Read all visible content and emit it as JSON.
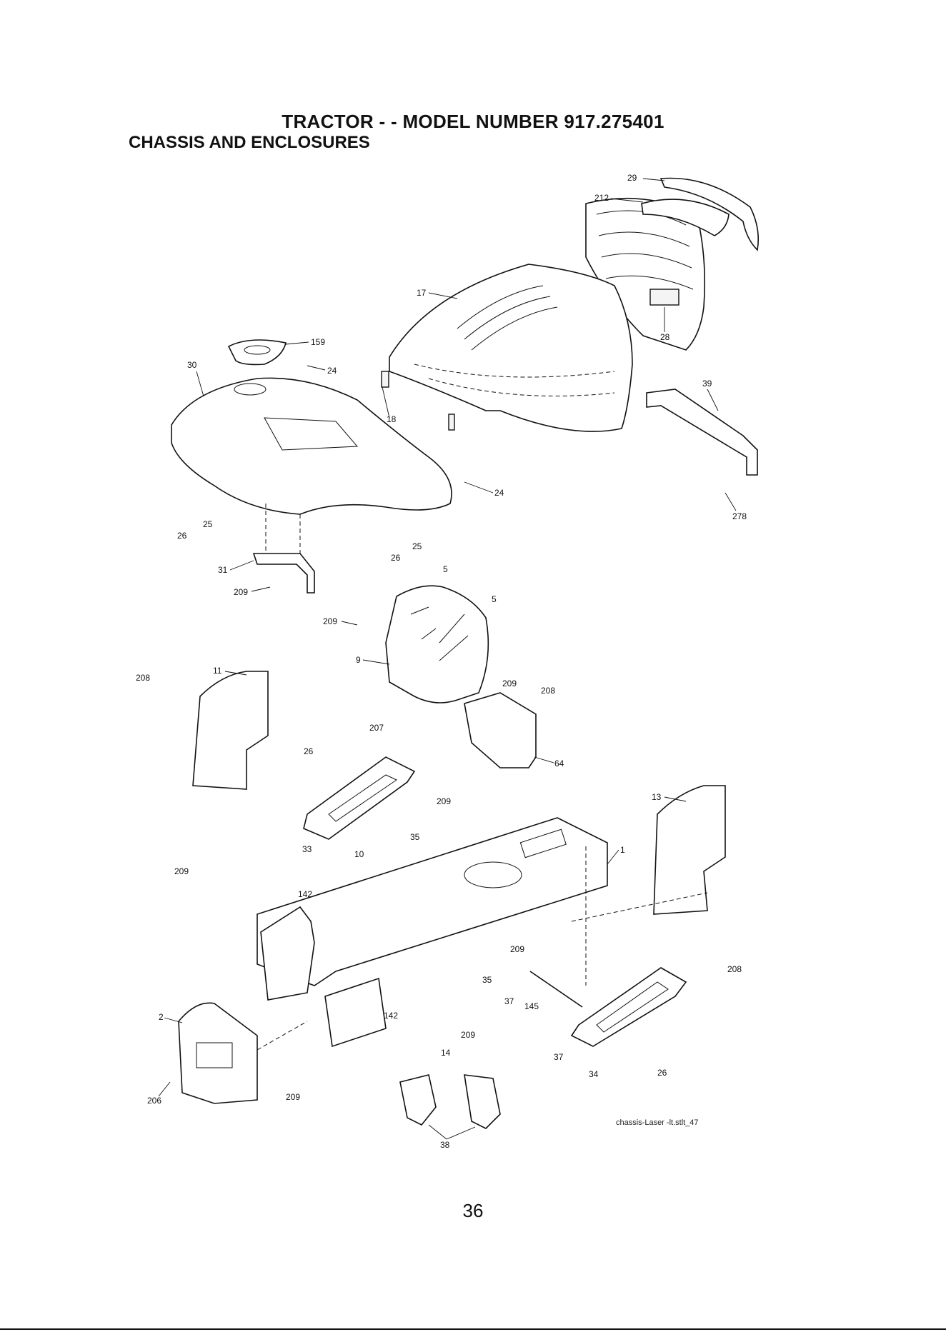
{
  "header": {
    "title": "TRACTOR - - MODEL NUMBER 917.275401",
    "subtitle": "CHASSIS AND ENCLOSURES"
  },
  "diagram": {
    "callouts": [
      {
        "id": "c29",
        "label": "29"
      },
      {
        "id": "c212",
        "label": "212"
      },
      {
        "id": "c17",
        "label": "17"
      },
      {
        "id": "c28",
        "label": "28"
      },
      {
        "id": "c159",
        "label": "159"
      },
      {
        "id": "c30",
        "label": "30"
      },
      {
        "id": "c24a",
        "label": "24"
      },
      {
        "id": "c18",
        "label": "18"
      },
      {
        "id": "c39",
        "label": "39"
      },
      {
        "id": "c24b",
        "label": "24"
      },
      {
        "id": "c278",
        "label": "278"
      },
      {
        "id": "c26a",
        "label": "26"
      },
      {
        "id": "c25a",
        "label": "25"
      },
      {
        "id": "c26b",
        "label": "26"
      },
      {
        "id": "c25b",
        "label": "25"
      },
      {
        "id": "c31",
        "label": "31"
      },
      {
        "id": "c209a",
        "label": "209"
      },
      {
        "id": "c5a",
        "label": "5"
      },
      {
        "id": "c5b",
        "label": "5"
      },
      {
        "id": "c209b",
        "label": "209"
      },
      {
        "id": "c9",
        "label": "9"
      },
      {
        "id": "c208a",
        "label": "208"
      },
      {
        "id": "c11",
        "label": "11"
      },
      {
        "id": "c209c",
        "label": "209"
      },
      {
        "id": "c208b",
        "label": "208"
      },
      {
        "id": "c207",
        "label": "207"
      },
      {
        "id": "c64",
        "label": "64"
      },
      {
        "id": "c26c",
        "label": "26"
      },
      {
        "id": "c209d",
        "label": "209"
      },
      {
        "id": "c35a",
        "label": "35"
      },
      {
        "id": "c33",
        "label": "33"
      },
      {
        "id": "c10",
        "label": "10"
      },
      {
        "id": "c13",
        "label": "13"
      },
      {
        "id": "c1",
        "label": "1"
      },
      {
        "id": "c209e",
        "label": "209"
      },
      {
        "id": "c142a",
        "label": "142"
      },
      {
        "id": "c209f",
        "label": "209"
      },
      {
        "id": "c35b",
        "label": "35"
      },
      {
        "id": "c208c",
        "label": "208"
      },
      {
        "id": "c37a",
        "label": "37"
      },
      {
        "id": "c145",
        "label": "145"
      },
      {
        "id": "c2",
        "label": "2"
      },
      {
        "id": "c142b",
        "label": "142"
      },
      {
        "id": "c209g",
        "label": "209"
      },
      {
        "id": "c14",
        "label": "14"
      },
      {
        "id": "c37b",
        "label": "37"
      },
      {
        "id": "c34",
        "label": "34"
      },
      {
        "id": "c26d",
        "label": "26"
      },
      {
        "id": "c206",
        "label": "206"
      },
      {
        "id": "c209h",
        "label": "209"
      },
      {
        "id": "c38",
        "label": "38"
      }
    ],
    "reference": "chassis-Laser -lt.stlt_47"
  },
  "footer": {
    "page_number": "36"
  }
}
